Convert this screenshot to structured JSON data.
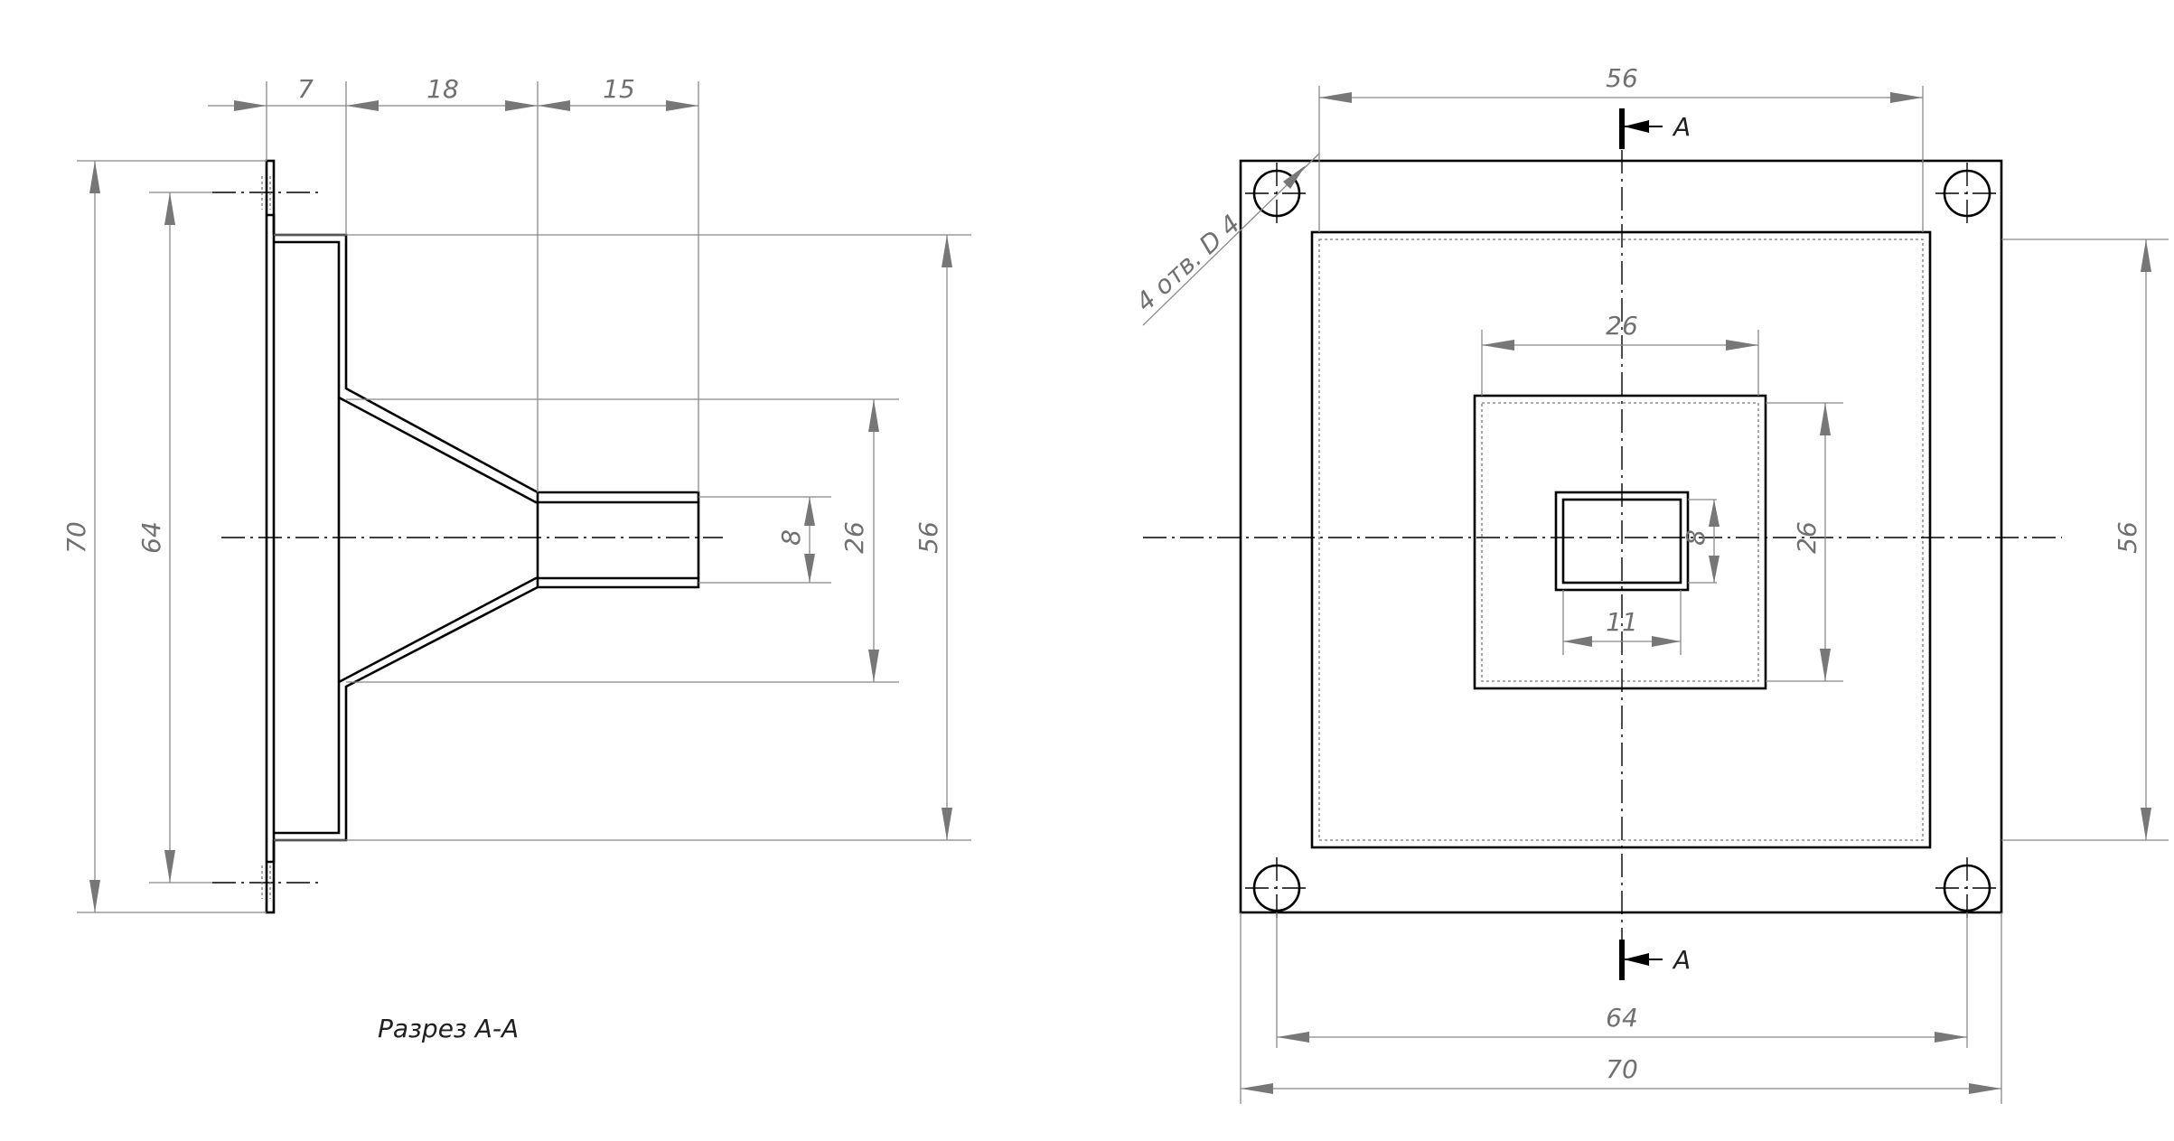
{
  "section": {
    "caption": "Разрез А-А",
    "dims": {
      "len1": "7",
      "len2": "18",
      "len3": "15",
      "h_total": "70",
      "h_holes": "64",
      "h_inner": "56",
      "h_mid": "26",
      "h_pipe": "8"
    }
  },
  "plan": {
    "section_mark": "А",
    "holes_note": "4 отв. D 4",
    "dims": {
      "top_width": "56",
      "mid_width": "26",
      "pipe_width": "11",
      "pipe_height": "8",
      "mid_height": "26",
      "right_height": "56",
      "bottom_holes": "64",
      "bottom_total": "70"
    }
  }
}
